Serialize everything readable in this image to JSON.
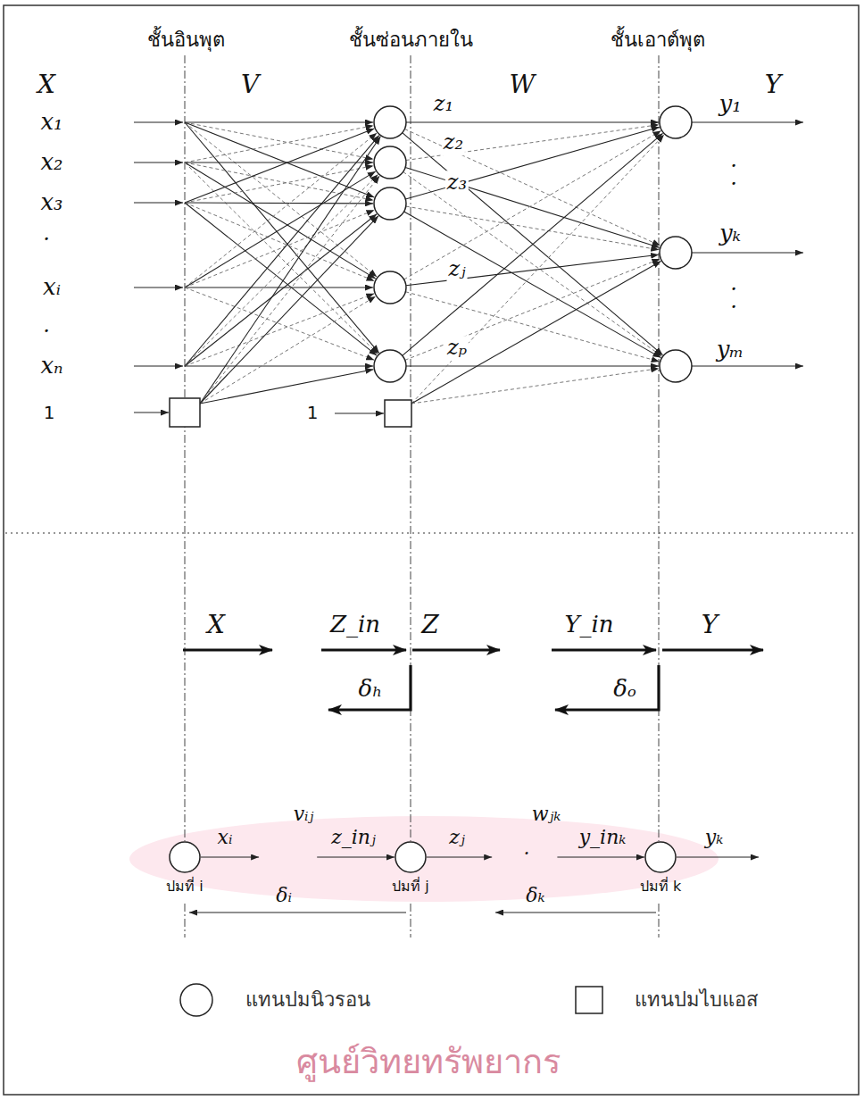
{
  "diagram": {
    "nodes": [
      {
        "text": [
          "ปมที่ i"
        ]
      },
      {
        "text": [
          "ปมที่ j"
        ]
      },
      {
        "text": [
          "ปมที่ k"
        ]
      }
    ],
    "edges": [
      {
        "from": 0,
        "to": 1,
        "arrow": "to"
      },
      {
        "from": 1,
        "to": 2,
        "arrow": "to"
      }
    ],
    "labels": [
      "ชั้นอินพุต",
      "ชั้นซ่อนภายใน",
      "ชั้นเอาต์พุต",
      "X",
      "V",
      "W",
      "Y",
      "x₁",
      "x₂",
      "x₃",
      ".",
      "xᵢ",
      ".",
      "xₙ",
      "1",
      "1",
      "z₁",
      "z₂",
      "z₃",
      "zⱼ",
      "zₚ",
      "y₁",
      ".",
      ".",
      "yₖ",
      ".",
      ".",
      "yₘ",
      "X",
      "Z_in",
      "Z",
      "Y_in",
      "Y",
      "δₕ",
      "δₒ",
      "vᵢⱼ",
      "wⱼₖ",
      "xᵢ",
      "z_inⱼ",
      "zⱼ",
      "y_inₖ",
      "yₖ",
      "δᵢ",
      ".",
      "δₖ",
      "ศูนย์วิทยทรัพยากร"
    ],
    "legend": [
      {
        "text": "แทนปมนิวรอน"
      },
      {
        "text": "แทนปมไบแอส"
      }
    ]
  }
}
